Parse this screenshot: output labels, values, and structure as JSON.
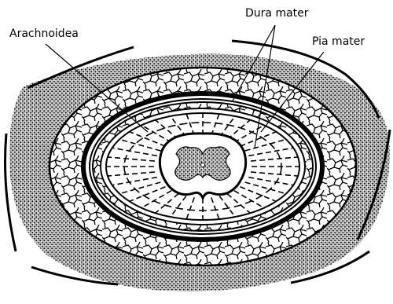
{
  "labels": {
    "arachnoidea": "Arachnoidea",
    "dura_mater": "Dura mater",
    "pia_mater": "Pia mater"
  },
  "colors": {
    "ink": "#000000",
    "paper": "#ffffff"
  }
}
